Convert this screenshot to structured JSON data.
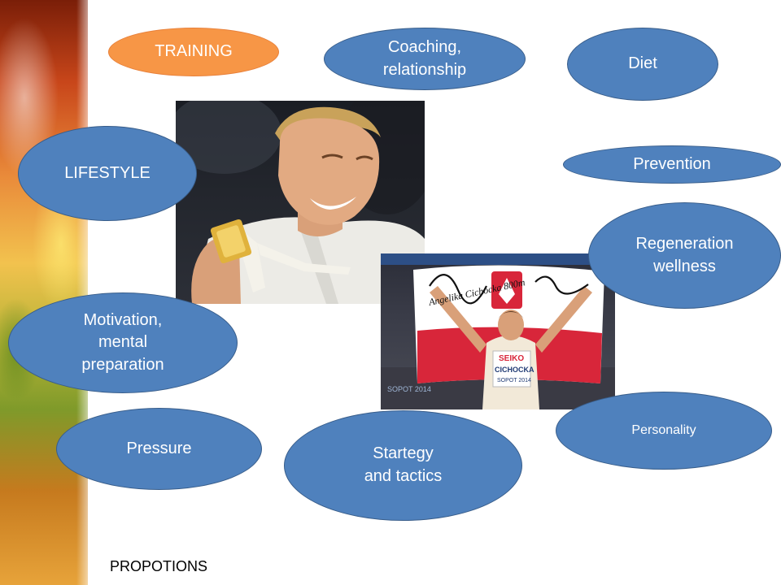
{
  "nodes": {
    "training": "TRAINING",
    "coaching": "Coaching,\nrelationship",
    "diet": "Diet",
    "lifestyle": "LIFESTYLE",
    "prevention": "Prevention",
    "regeneration": "Regeneration\nwellness",
    "motivation": "Motivation,\nmental\npreparation",
    "pressure": "Pressure",
    "strategy": "Startegy\nand tactics",
    "personality": "Personality"
  },
  "footer": "PROPOTIONS",
  "photo_2": {
    "signature": "Angelika Cichocka 800m",
    "bib_sponsor": "SEIKO",
    "bib_name": "CICHOCKA",
    "bib_event": "SOPOT 2014",
    "board_text": "SOPOT 2014"
  },
  "colors": {
    "node_fill": "#4f81bd",
    "node_border": "#385d8a",
    "highlight_fill": "#f79646",
    "node_text": "#ffffff"
  }
}
